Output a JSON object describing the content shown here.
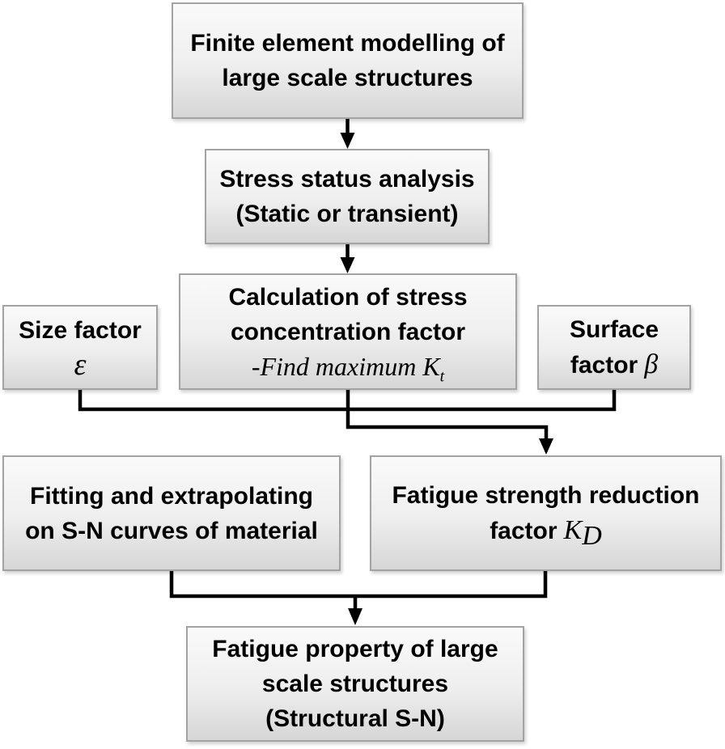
{
  "diagram": {
    "type": "flowchart",
    "background_color": "#ffffff",
    "colors": {
      "box_fill_top": "#fafafa",
      "box_fill_bottom": "#d6d6d6",
      "box_border": "#a3a3a3",
      "connector": "#000000",
      "text": "#000000"
    },
    "nodes": {
      "fem": {
        "line1": "Finite element modelling of",
        "line2": "large scale structures"
      },
      "stress": {
        "line1": "Stress status analysis",
        "line2": "(Static or transient)"
      },
      "size": {
        "line1": "Size factor",
        "symbol": "ε"
      },
      "scf": {
        "line1": "Calculation of stress",
        "line2": "concentration factor",
        "note_prefix": "-Find maximum ",
        "note_symbol": "K",
        "note_subscript": "t"
      },
      "surface": {
        "line1": "Surface",
        "line2_prefix": "factor",
        "symbol": "β"
      },
      "fitting": {
        "line1": "Fitting and extrapolating",
        "line2": "on S-N curves of material"
      },
      "fsr": {
        "line1": "Fatigue strength reduction",
        "line2_prefix": "factor",
        "symbol": "K",
        "subscript": "D"
      },
      "result": {
        "line1": "Fatigue property of large",
        "line2": "scale structures",
        "line3": "(Structural S-N)"
      }
    },
    "edges": [
      {
        "from": "fem",
        "to": "stress",
        "arrow": true
      },
      {
        "from": "stress",
        "to": "scf",
        "arrow": true
      },
      {
        "from": "size",
        "to": "fsr",
        "arrow": false,
        "via": "shared-bus"
      },
      {
        "from": "surface",
        "to": "fsr",
        "arrow": false,
        "via": "shared-bus"
      },
      {
        "from": "scf",
        "to": "fsr",
        "arrow": true
      },
      {
        "from": "fitting",
        "to": "result",
        "arrow": false,
        "via": "shared-bus"
      },
      {
        "from": "fsr",
        "to": "result",
        "arrow": true
      }
    ]
  }
}
